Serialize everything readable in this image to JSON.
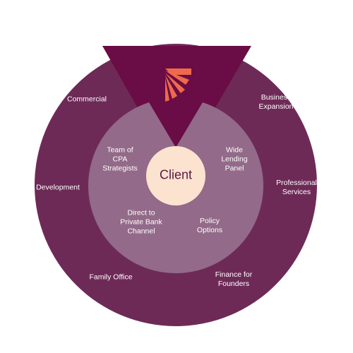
{
  "colors": {
    "outer_ring": "#6e2a57",
    "top_wedge": "#6a0c45",
    "inner_ring": "#936a89",
    "center": "#fbe3cf",
    "logo": "#ee6a4a",
    "text_light": "#ffffff",
    "text_center": "#5a1846"
  },
  "logo_icon": "fan-logo-icon",
  "center": {
    "label": "Client"
  },
  "inner_ring": {
    "items": [
      {
        "id": "team-cpa",
        "label": "Team of\nCPA\nStrategists"
      },
      {
        "id": "wide-lending",
        "label": "Wide\nLending\nPanel"
      },
      {
        "id": "policy-options",
        "label": "Policy\nOptions"
      },
      {
        "id": "direct-private-bank",
        "label": "Direct to\nPrivate Bank\nChannel"
      }
    ]
  },
  "outer_ring": {
    "items": [
      {
        "id": "commercial",
        "label": "Commercial"
      },
      {
        "id": "business-expansion",
        "label": "Business\nExpansion"
      },
      {
        "id": "development",
        "label": "Development"
      },
      {
        "id": "professional-services",
        "label": "Professional\nServices"
      },
      {
        "id": "family-office",
        "label": "Family Office"
      },
      {
        "id": "finance-founders",
        "label": "Finance for\nFounders"
      }
    ]
  }
}
